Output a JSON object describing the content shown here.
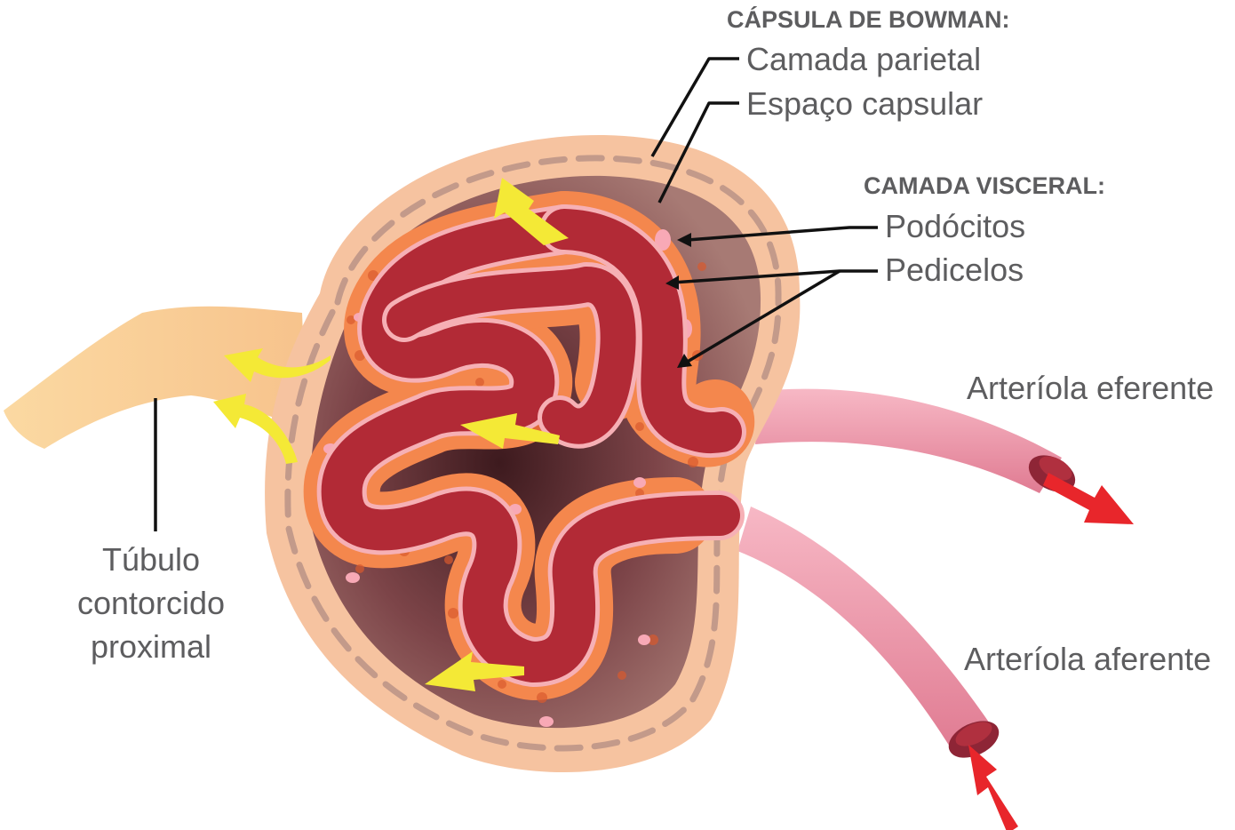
{
  "labels": {
    "capsula_bowman": "CÁPSULA DE BOWMAN:",
    "camada_parietal": "Camada parietal",
    "espaco_capsular": "Espaço capsular",
    "camada_visceral": "CAMADA VISCERAL:",
    "podocitos": "Podócitos",
    "pedicelos": "Pedicelos",
    "arteriola_eferente": "Arteríola eferente",
    "arteriola_aferente": "Arteríola aferente",
    "tubulo_line1": "Túbulo",
    "tubulo_line2": "contorcido",
    "tubulo_line3": "proximal"
  },
  "colors": {
    "capsule_outer": "#f6c3a0",
    "capsular_space": "#8e5a5a",
    "capillary": "#b22a36",
    "podocyte": "#f4874d",
    "tubule": "#fad39a",
    "arteriole": "#f3a6b5",
    "filtrate_arrow": "#f4e936",
    "flow_arrow": "#e8262b"
  }
}
